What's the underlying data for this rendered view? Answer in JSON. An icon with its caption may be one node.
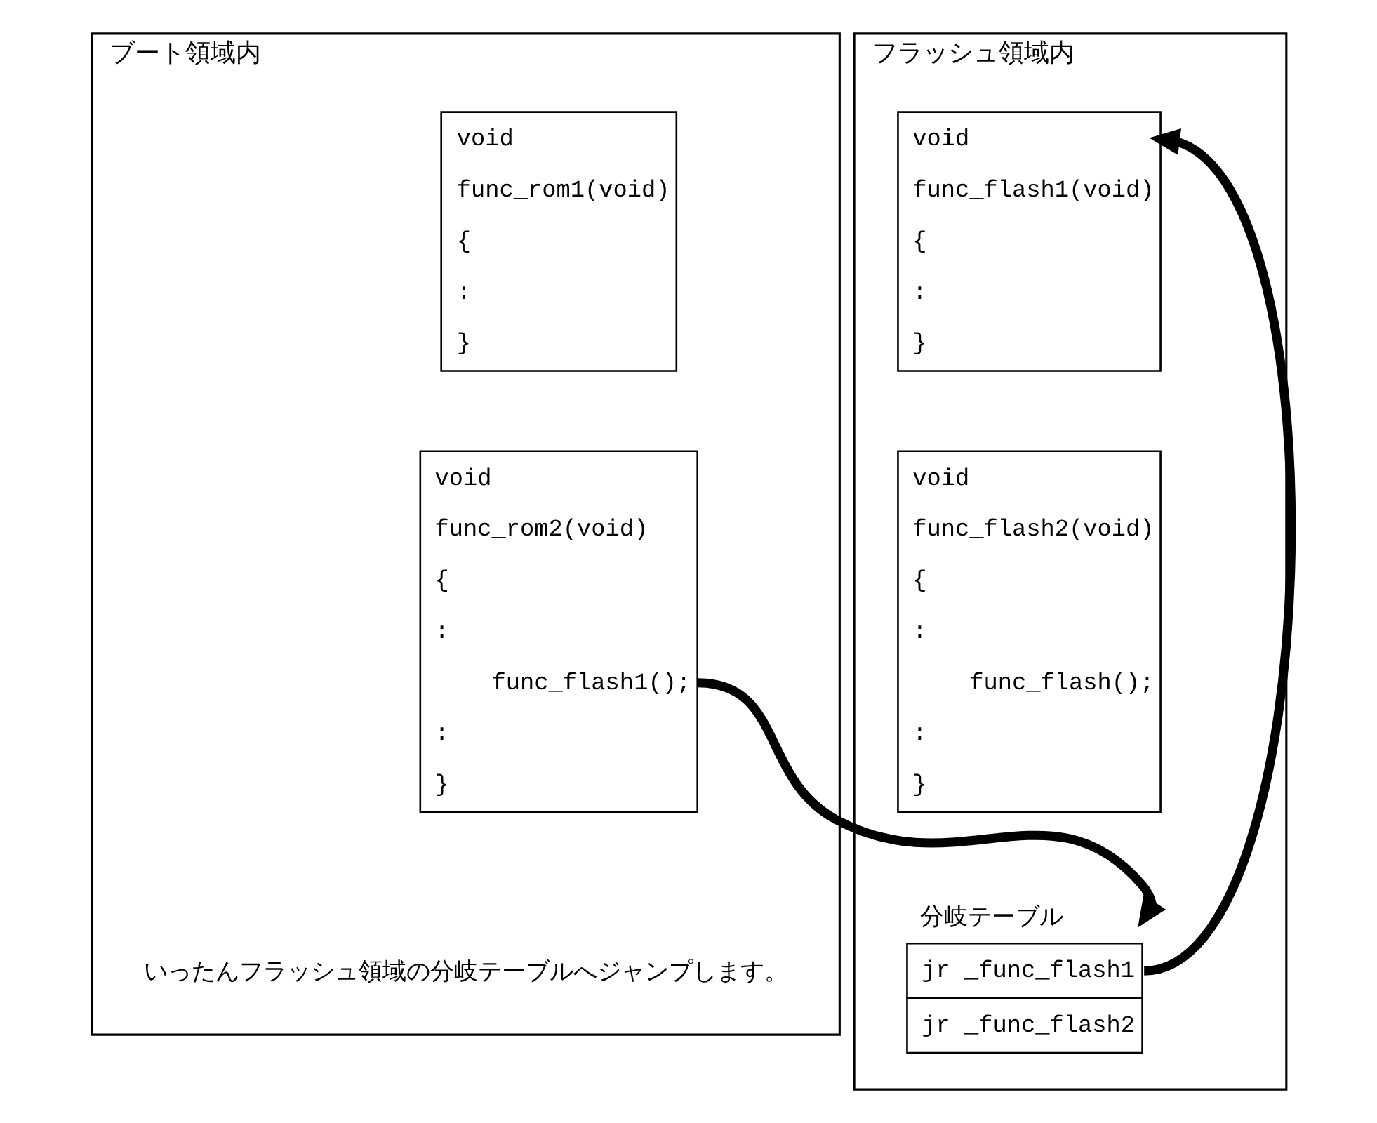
{
  "diagram": {
    "nodes": [
      {
        "text": [
          "ブート領域内"
        ]
      },
      {
        "text": [
          "void",
          "func_rom1(void)",
          "{",
          ":",
          "}"
        ],
        "in": 0
      },
      {
        "text": [
          "void",
          "func_rom2(void)",
          "{",
          ":",
          "func_flash1();",
          ":",
          "}"
        ],
        "in": 0
      },
      {
        "text": [
          "フラッシュ領域内"
        ]
      },
      {
        "text": [
          "void",
          "func_flash1(void)",
          "{",
          ":",
          "}"
        ],
        "in": 3
      },
      {
        "text": [
          "void",
          "func_flash2(void)",
          "{",
          ":",
          "func_flash();",
          ":",
          "}"
        ],
        "in": 3
      },
      {
        "text": [
          "分岐テーブル",
          "jr _func_flash1",
          "jr _func_flash2"
        ],
        "in": 3
      }
    ],
    "edges": [
      {
        "from": 2,
        "to": 6,
        "arrow": "to"
      },
      {
        "from": 6,
        "to": 4,
        "arrow": "to"
      }
    ],
    "labels": [
      "いったんフラッシュ領域の分岐テーブルへジャンプします。"
    ]
  }
}
